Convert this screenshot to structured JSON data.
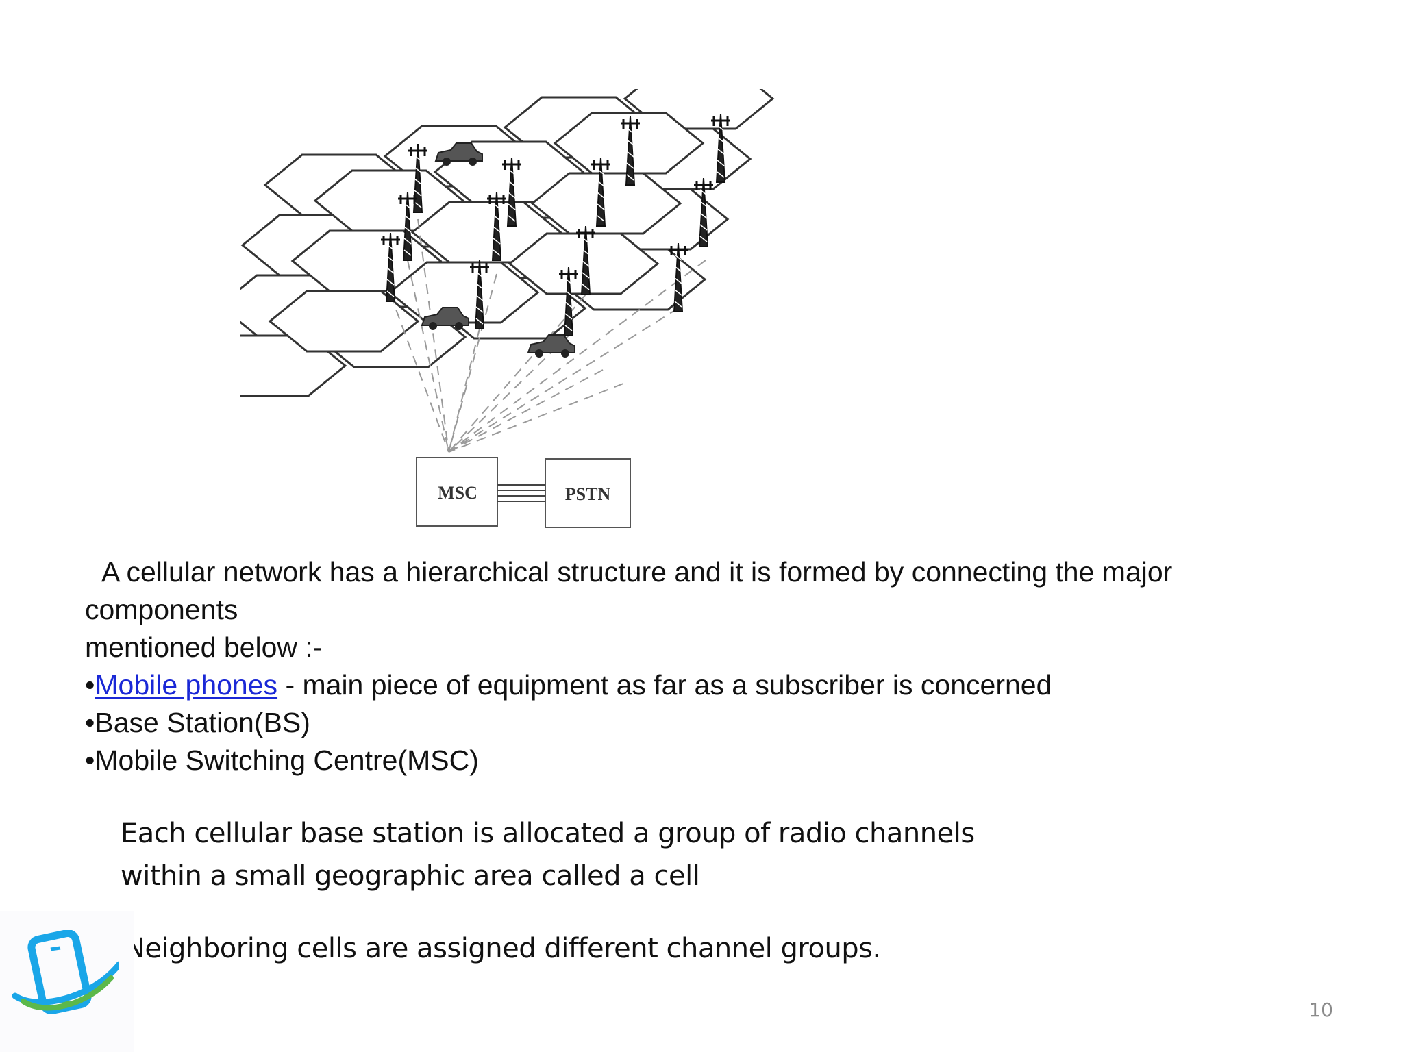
{
  "diagram": {
    "msc_label": "MSC",
    "pstn_label": "PSTN"
  },
  "intro": {
    "line1": "A cellular network has a hierarchical structure and it is formed by connecting the major",
    "line2": "components",
    "line3": "mentioned below :-"
  },
  "components": [
    {
      "bullet": "•",
      "link_text": "Mobile phones",
      "text": " - main piece of equipment as far as a subscriber is concerned"
    },
    {
      "bullet": "•",
      "text": "Base Station(BS)"
    },
    {
      "bullet": "•",
      "text": "Mobile Switching Centre(MSC)"
    }
  ],
  "cell_paragraph": {
    "line1": "Each cellular base station is allocated a group of radio channels",
    "line2": "within a small geographic area called a cell"
  },
  "neighbor_paragraph": "Neighboring cells are assigned different channel groups.",
  "page_number": "10",
  "colors": {
    "link": "#1a28d6",
    "logo_blue": "#1aa6e8",
    "logo_green": "#5cb84a"
  }
}
